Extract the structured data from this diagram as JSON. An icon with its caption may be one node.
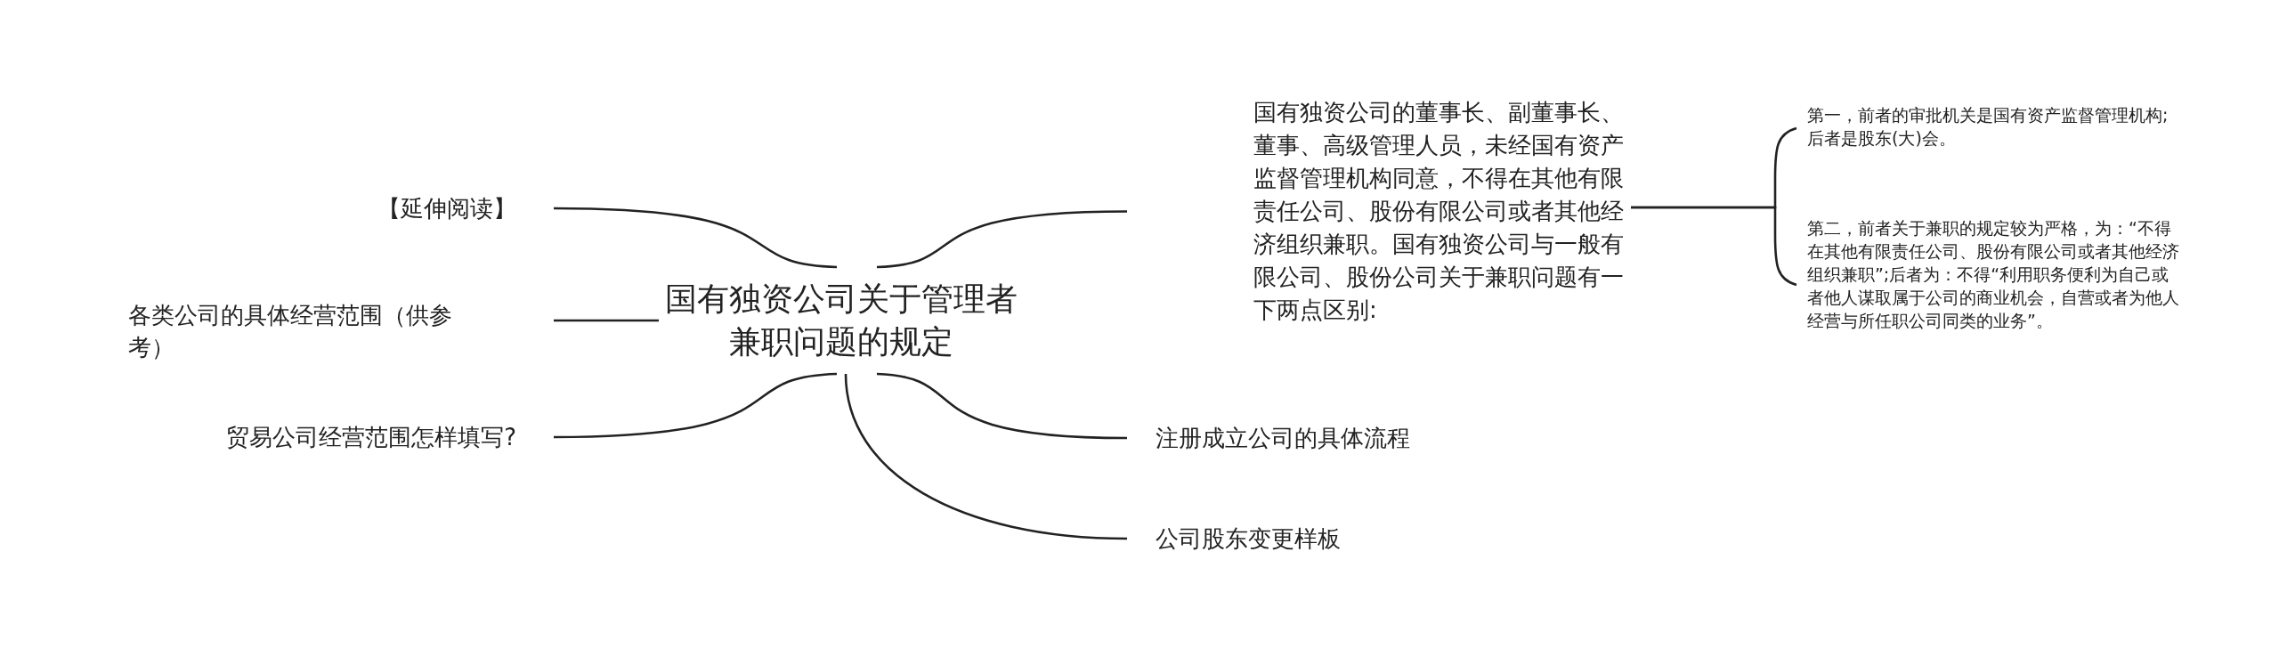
{
  "diagram": {
    "nodes": [
      {
        "text": [
          "国有独资公司关于管理者兼职问题的规定"
        ]
      },
      {
        "text": [
          "【延伸阅读】"
        ]
      },
      {
        "text": [
          "各类公司的具体经营范围（供参考）"
        ]
      },
      {
        "text": [
          "贸易公司经营范围怎样填写?"
        ]
      },
      {
        "text": [
          "国有独资公司的董事长、副董事长、董事、高级管理人员，未经国有资产监督管理机构同意，不得在其他有限责任公司、股份有限公司或者其他经济组织兼职。国有独资公司与一般有限公司、股份公司关于兼职问题有一下两点区别:"
        ]
      },
      {
        "text": [
          "第一，前者的审批机关是国有资产监督管理机构;后者是股东(大)会。"
        ]
      },
      {
        "text": [
          "第二，前者关于兼职的规定较为严格，为：“不得在其他有限责任公司、股份有限公司或者其他经济组织兼职”;后者为：不得“利用职务便利为自己或者他人谋取属于公司的商业机会，自营或者为他人经营与所任职公司同类的业务”。"
        ]
      },
      {
        "text": [
          "注册成立公司的具体流程"
        ]
      },
      {
        "text": [
          "公司股东变更样板"
        ]
      }
    ],
    "edges": [
      {
        "from": 0,
        "to": 1,
        "arrow": "none"
      },
      {
        "from": 0,
        "to": 2,
        "arrow": "none"
      },
      {
        "from": 0,
        "to": 3,
        "arrow": "none"
      },
      {
        "from": 0,
        "to": 4,
        "arrow": "none"
      },
      {
        "from": 4,
        "to": 5,
        "arrow": "none"
      },
      {
        "from": 4,
        "to": 6,
        "arrow": "none"
      },
      {
        "from": 0,
        "to": 7,
        "arrow": "none"
      },
      {
        "from": 0,
        "to": 8,
        "arrow": "none"
      }
    ]
  }
}
